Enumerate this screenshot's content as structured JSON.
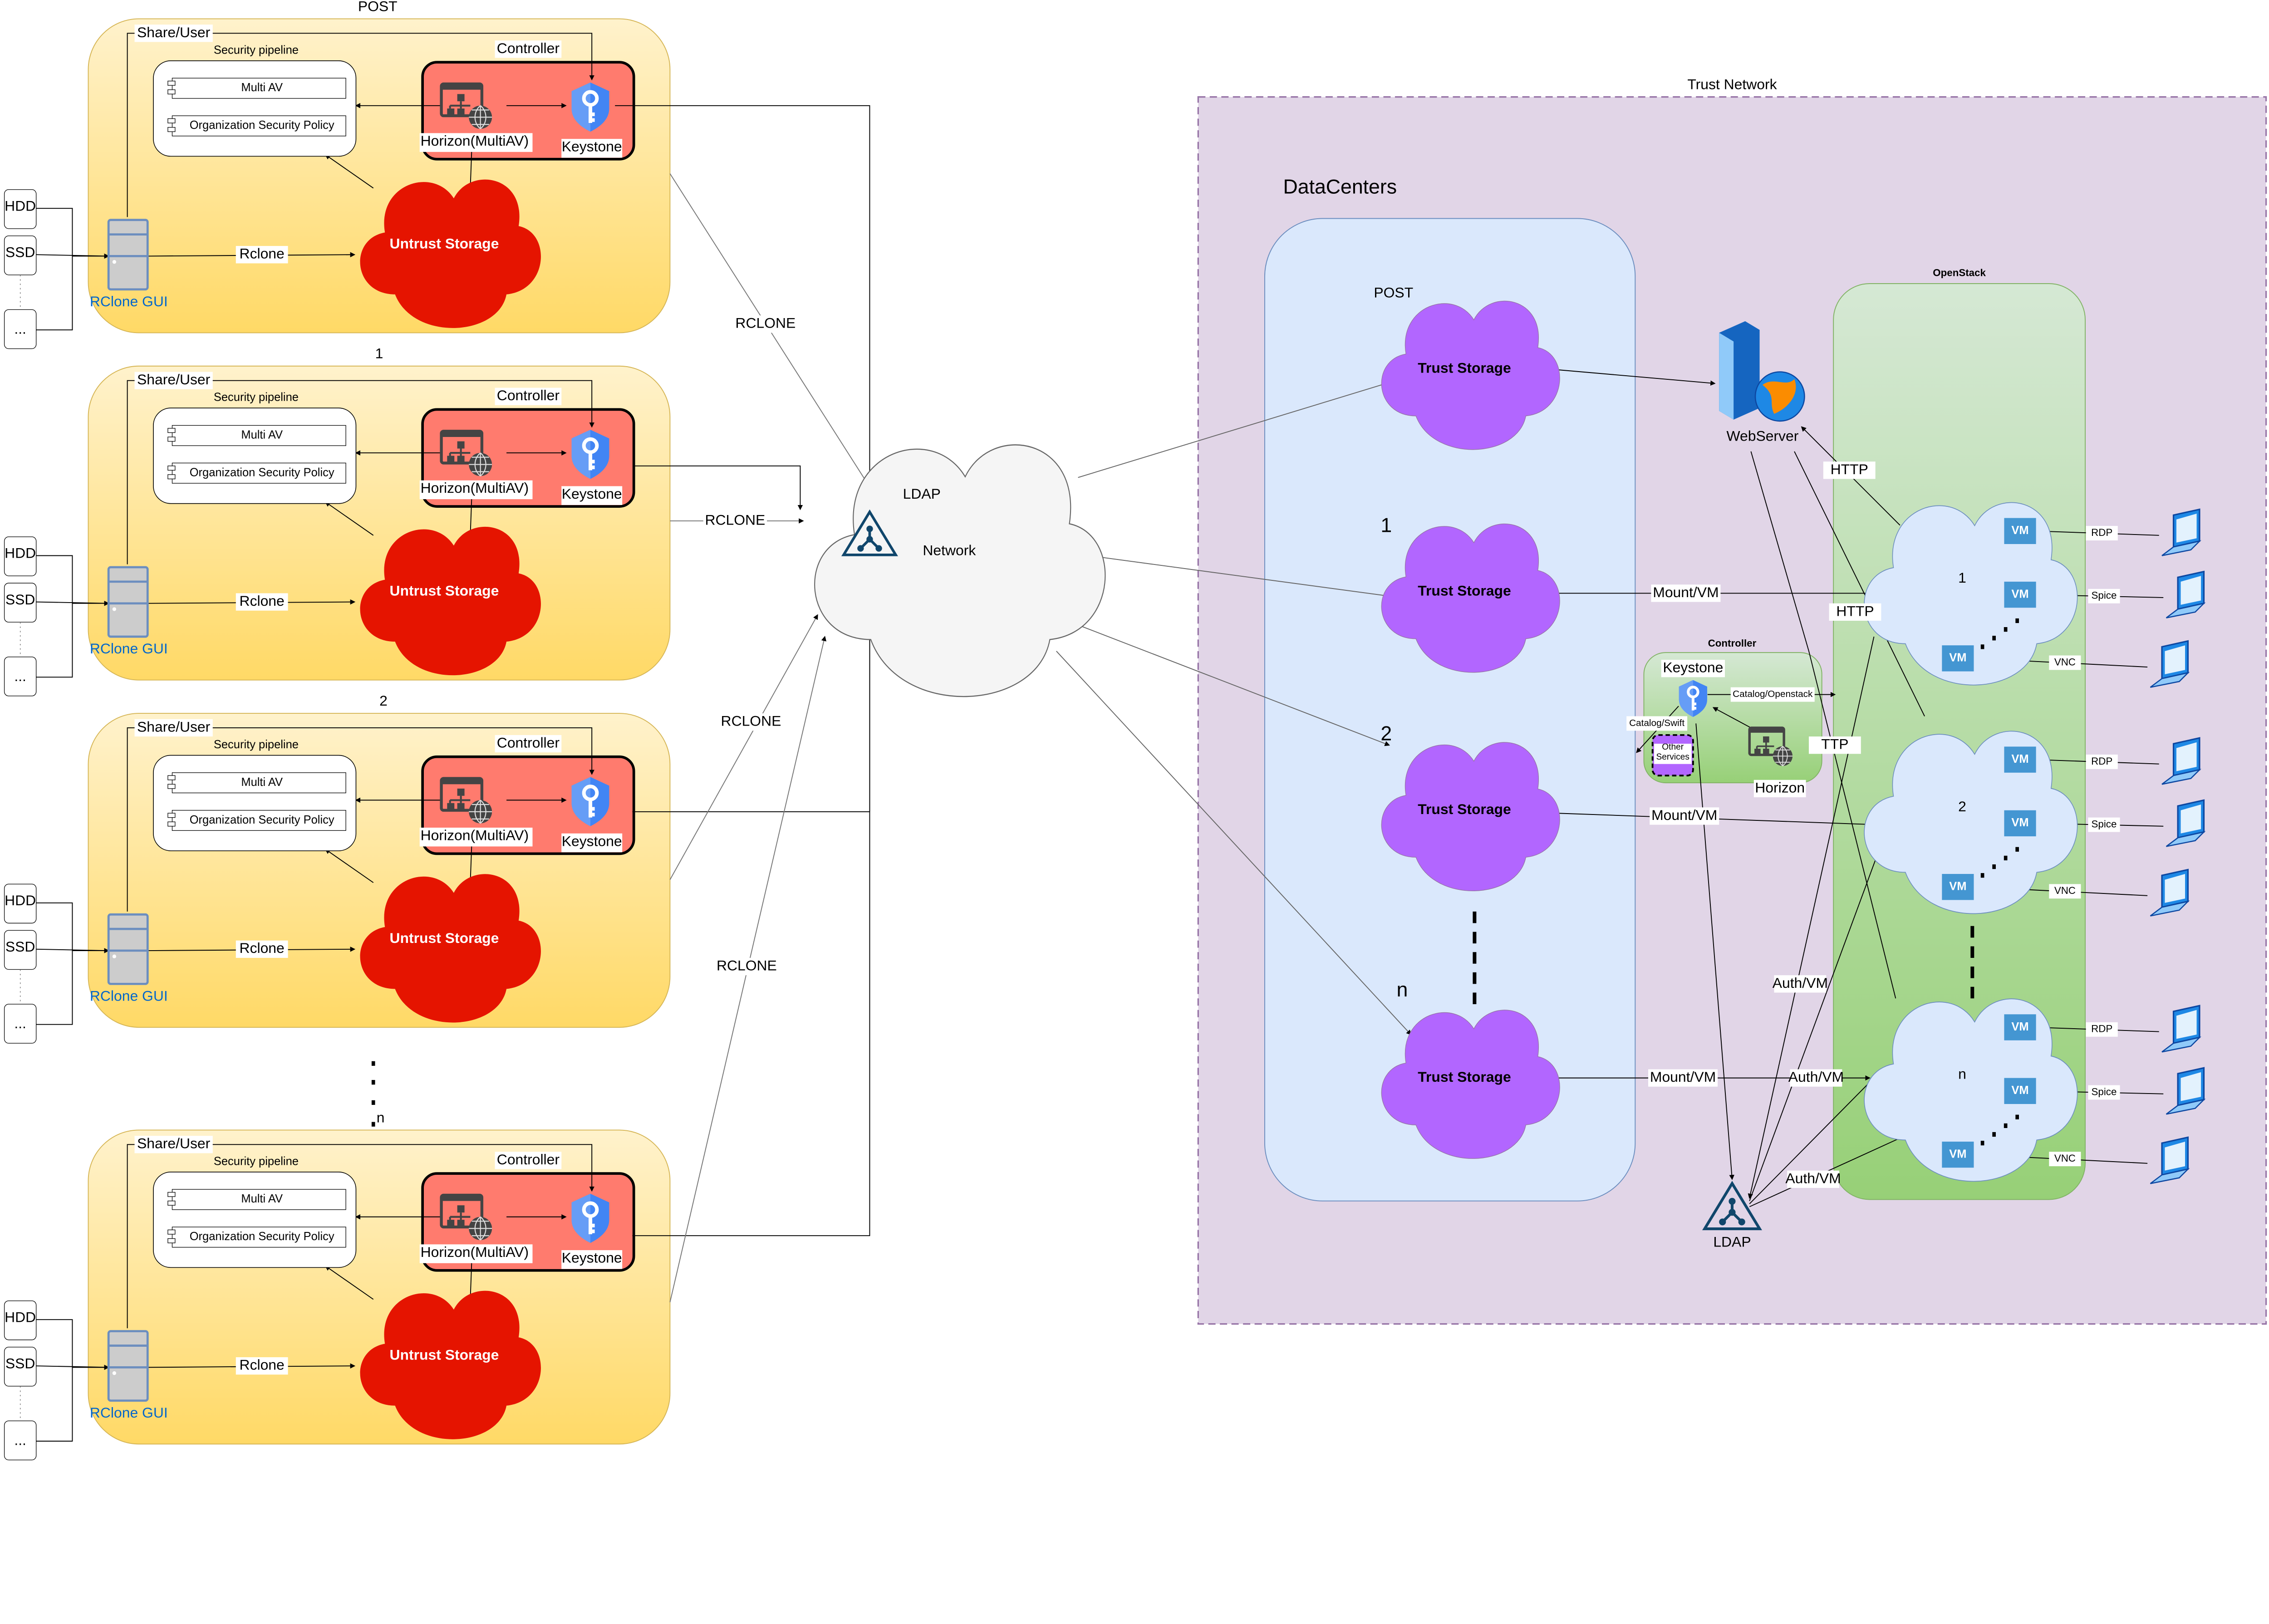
{
  "left": {
    "clusters": [
      {
        "title": "POST",
        "share_user": "Share/User",
        "security_pipeline": "Security pipeline",
        "multi_av": "Multi AV",
        "org_policy": "Organization Security Policy",
        "controller": "Controller",
        "horizon": "Horizon(MultiAV)",
        "keystone": "Keystone",
        "untrust_storage": "Untrust Storage",
        "rclone": "Rclone",
        "rclone_gui": "RClone GUI",
        "disks": [
          "HDD",
          "SSD",
          "..."
        ]
      },
      {
        "title": "1",
        "share_user": "Share/User",
        "security_pipeline": "Security pipeline",
        "multi_av": "Multi AV",
        "org_policy": "Organization Security Policy",
        "controller": "Controller",
        "horizon": "Horizon(MultiAV)",
        "keystone": "Keystone",
        "untrust_storage": "Untrust Storage",
        "rclone": "Rclone",
        "rclone_gui": "RClone GUI",
        "disks": [
          "HDD",
          "SSD",
          "..."
        ]
      },
      {
        "title": "2",
        "share_user": "Share/User",
        "security_pipeline": "Security pipeline",
        "multi_av": "Multi AV",
        "org_policy": "Organization Security Policy",
        "controller": "Controller",
        "horizon": "Horizon(MultiAV)",
        "keystone": "Keystone",
        "untrust_storage": "Untrust Storage",
        "rclone": "Rclone",
        "rclone_gui": "RClone GUI",
        "disks": [
          "HDD",
          "SSD",
          "..."
        ]
      },
      {
        "title": "n",
        "share_user": "Share/User",
        "security_pipeline": "Security pipeline",
        "multi_av": "Multi AV",
        "org_policy": "Organization Security Policy",
        "controller": "Controller",
        "horizon": "Horizon(MultiAV)",
        "keystone": "Keystone",
        "untrust_storage": "Untrust Storage",
        "rclone": "Rclone",
        "rclone_gui": "RClone GUI",
        "disks": [
          "HDD",
          "SSD",
          "..."
        ]
      }
    ],
    "rclone_links": [
      "RCLONE",
      "RCLONE",
      "RCLONE",
      "RCLONE"
    ]
  },
  "network": {
    "ldap": "LDAP",
    "label": "Network"
  },
  "trust_network": {
    "title": "Trust Network",
    "datacenters": {
      "title": "DataCenters",
      "storages": [
        {
          "title": "POST",
          "label": "Trust Storage",
          "link": ""
        },
        {
          "title": "1",
          "label": "Trust Storage",
          "link": "Mount/VM"
        },
        {
          "title": "2",
          "label": "Trust Storage",
          "link": "Mount/VM"
        },
        {
          "title": "n",
          "label": "Trust Storage",
          "link": "Mount/VM"
        }
      ]
    },
    "webserver": "WebServer",
    "controller": {
      "title": "Controller",
      "keystone": "Keystone",
      "catalog_openstack": "Catalog/Openstack",
      "catalog_swift": "Catalog/Swift",
      "other_services": "Other Services",
      "horizon": "Horizon"
    },
    "ldap": "LDAP",
    "edge_labels": {
      "http1": "HTTP",
      "http2": "HTTP",
      "ttp": "TTP",
      "auth1": "Auth/VM",
      "auth2": "Auth/VM",
      "auth3": "Auth/VM"
    },
    "openstack": {
      "title": "OpenStack",
      "clouds": [
        {
          "title": "1",
          "vms": [
            "VM",
            "VM",
            "VM"
          ],
          "protocols": [
            "RDP",
            "Spice",
            "VNC"
          ]
        },
        {
          "title": "2",
          "vms": [
            "VM",
            "VM",
            "VM"
          ],
          "protocols": [
            "RDP",
            "Spice",
            "VNC"
          ]
        },
        {
          "title": "n",
          "vms": [
            "VM",
            "VM",
            "VM"
          ],
          "protocols": [
            "RDP",
            "Spice",
            "VNC"
          ]
        }
      ]
    }
  },
  "colors": {
    "yellow_top": "#fff2cc",
    "yellow_bottom": "#ffd966",
    "controller_red": "#ff7b6e",
    "untrust_red": "#e51400",
    "trust_purple": "#b266ff",
    "trust_network_bg": "#e1d5e7",
    "datacenter_bg": "#dae8fc",
    "openstack_green": "#97d077",
    "vm_blue": "#4496d2",
    "keystone_blue": "#4285f4",
    "rclone_gui_blue": "#0066cc"
  }
}
